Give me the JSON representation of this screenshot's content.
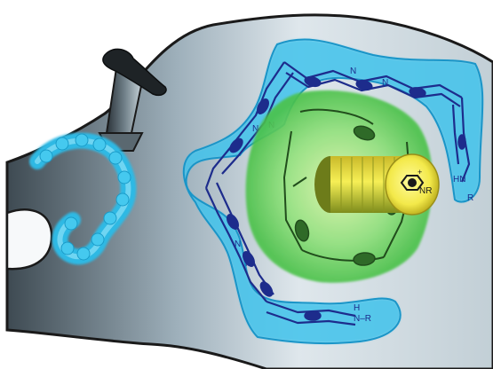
{
  "colors": {
    "wrench_light": "#e8eef2",
    "wrench_mid": "#9fb1bd",
    "wrench_dark": "#4d5c66",
    "outline": "#1a1a1a",
    "cyan_glow": "#3fc6ee",
    "cyan_deep": "#1ea9d8",
    "macrocycle_line": "#1d2c8c",
    "green_glow": "#5fd35a",
    "green_line": "#214d1c",
    "yellow_axle": "#f0e93a",
    "yellow_dark": "#6c7a16"
  },
  "labels": {
    "nr_plus": "NR",
    "plus_sign": "+",
    "hn_r_top": "HN",
    "hn_r_top_r": "R",
    "nh_r_bottom": "N–R",
    "nh_r_bottom_h": "H",
    "n_glyph": "N"
  },
  "icons": {
    "wrench": "wrench-icon",
    "cyclophane": "tetracationic-cyclophane-icon",
    "axle": "axle-rotaxane-icon"
  }
}
